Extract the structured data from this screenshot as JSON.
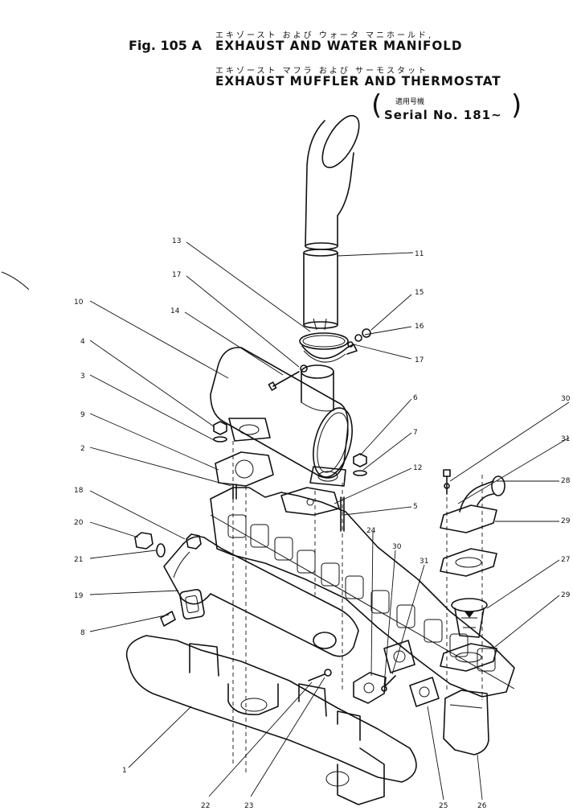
{
  "header": {
    "figure_no": "Fig. 105 A",
    "title_kana_1": "エキゾースト および ウォータ マニホールド,",
    "title_line_1": "EXHAUST AND WATER MANIFOLD",
    "title_kana_2": "エキゾースト マフラ および サーモスタット",
    "title_line_2": "EXHAUST MUFFLER AND THERMOSTAT",
    "serial_kana": "適用号機",
    "serial": "Serial No. 181~"
  },
  "callouts": [
    "1",
    "2",
    "3",
    "4",
    "5",
    "6",
    "7",
    "8",
    "9",
    "10",
    "11",
    "12",
    "13",
    "14",
    "15",
    "16",
    "17",
    "17",
    "18",
    "19",
    "20",
    "21",
    "22",
    "23",
    "24",
    "25",
    "26",
    "27",
    "28",
    "29",
    "29",
    "30",
    "30",
    "31",
    "31"
  ],
  "parts": {
    "exhaust_manifold": "1",
    "stud_bolt": "2",
    "washer": "3",
    "nut": "4",
    "stud_bolt_2": "5",
    "washer_2": "6",
    "nut_2": "7",
    "gasket": "8",
    "gasket_2": "9",
    "muffler": "10",
    "exhaust_pipe": "11",
    "gasket_3": "12",
    "clamp": "13",
    "bolt": "14",
    "nut_3": "15",
    "washer_3": "16",
    "washer_4": "17",
    "plug": "18",
    "water_manifold": "19",
    "plug_2": "20",
    "gasket_4": "21",
    "bolt_2": "22",
    "washer_5": "23",
    "gasket_5": "24",
    "gasket_6": "25",
    "thermostat_housing": "26",
    "thermostat": "27",
    "water_outlet": "28",
    "gasket_7": "29",
    "bolt_3": "30",
    "washer_6": "31"
  }
}
